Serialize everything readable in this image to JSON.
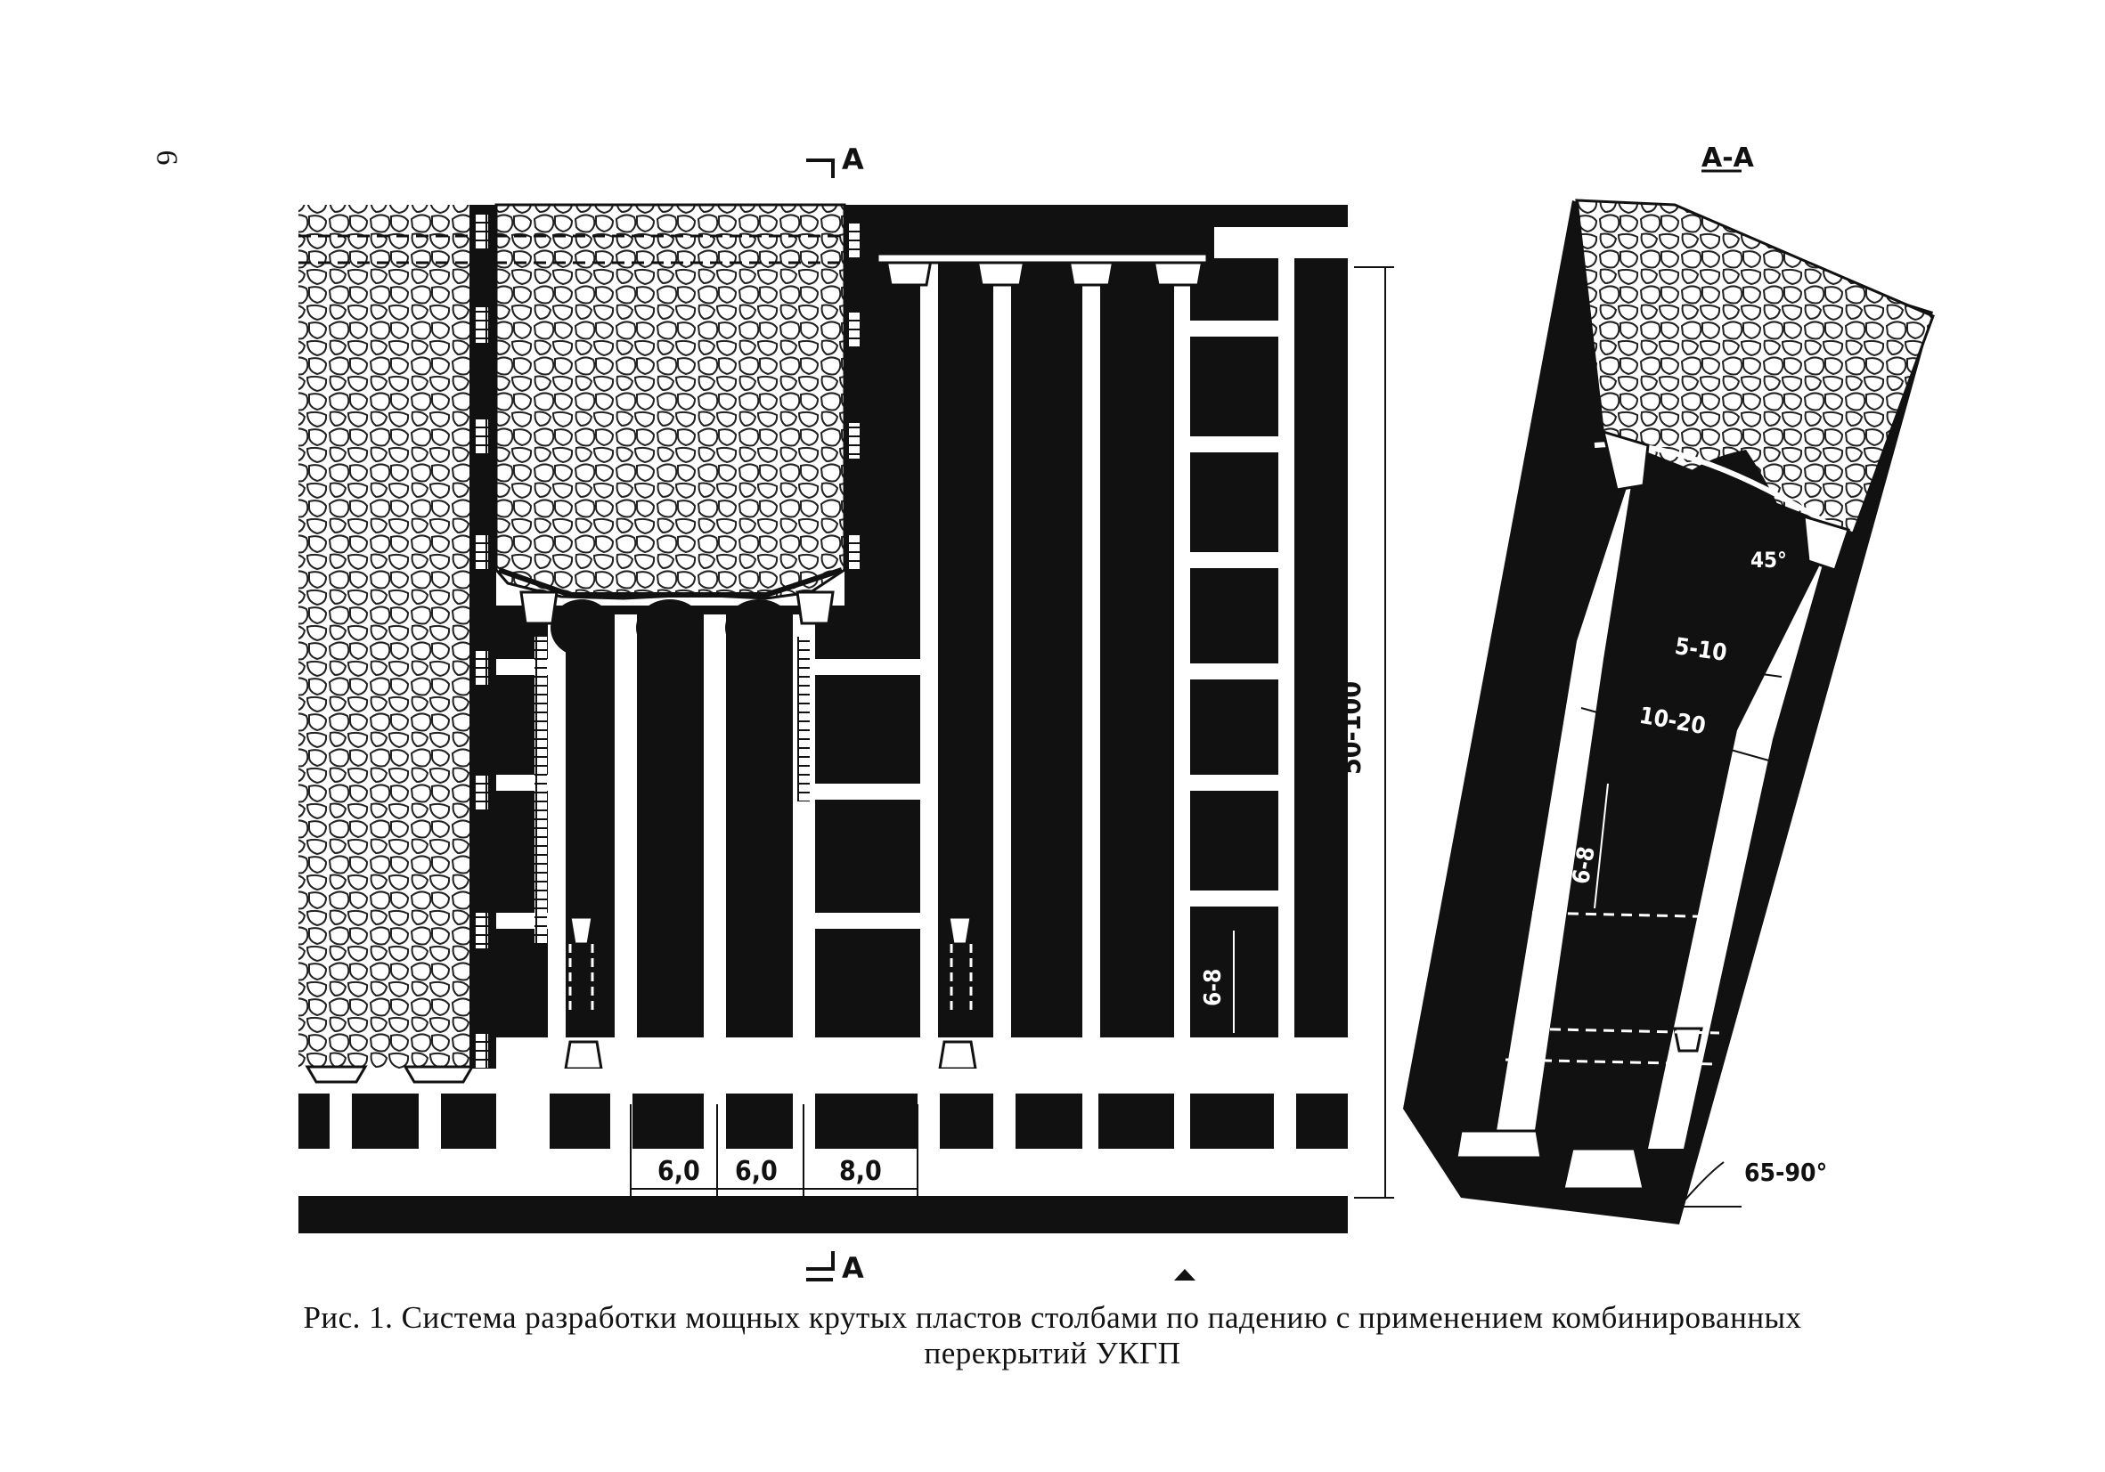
{
  "page_number": "6",
  "section": {
    "top_marker": "A",
    "bottom_marker": "A",
    "title": "A-A"
  },
  "dimensions": {
    "width_6_0_a": "6,0",
    "width_6_0_b": "6,0",
    "width_8_0": "8,0",
    "height_50_100": "50-100",
    "pillar_6_8": "6-8",
    "section_5_10": "5-10",
    "section_10_20": "10-20",
    "section_6_8": "6-8",
    "angle_45": "45°",
    "angle_65_90": "65-90°"
  },
  "caption": {
    "line1": "Рис. 1. Система разработки мощных крутых пластов  столбами по падению с применением комбинированных",
    "line2": "перекрытий УКГП"
  },
  "colors": {
    "ink": "#111111",
    "paper": "#ffffff"
  }
}
